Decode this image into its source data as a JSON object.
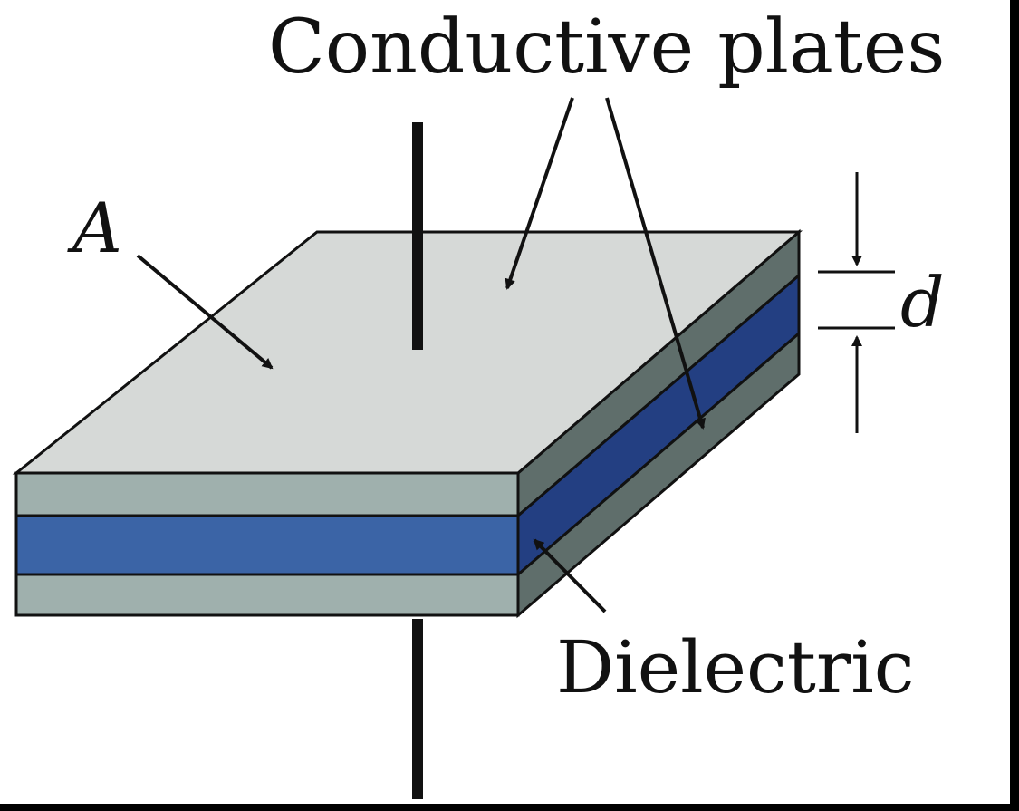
{
  "diagram": {
    "labels": {
      "conductive_plates": "Conductive plates",
      "area": "A",
      "distance": "d",
      "dielectric": "Dielectric"
    },
    "colors": {
      "frame_background": "#000000",
      "canvas_background": "#ffffff",
      "plate_top_face": "#d6d9d7",
      "plate_side_front": "#9fb0ad",
      "plate_side_right": "#5f6e6b",
      "dielectric_front": "#3b64a6",
      "dielectric_right": "#233f82",
      "stroke": "#111111"
    }
  }
}
